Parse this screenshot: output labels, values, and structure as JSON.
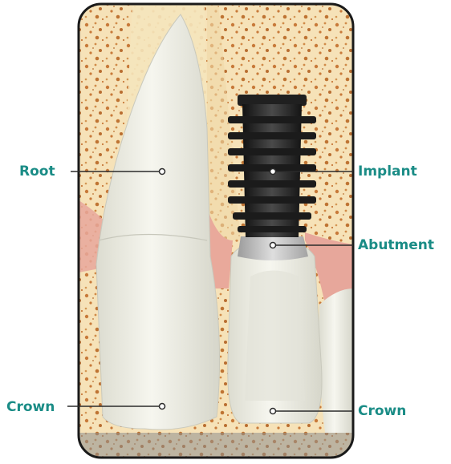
{
  "labels": {
    "root": "Root",
    "implant": "Implant",
    "abutment": "Abutment",
    "crown_left": "Crown",
    "crown_right": "Crown"
  },
  "colors": {
    "label_text": "#1a8c86",
    "bone_fill": "#f6e2b8",
    "bone_speckle": "#c87a3a",
    "gum": "#e7a79b",
    "tooth": "#ecece3",
    "implant_metal": "#2a2a2a",
    "abutment": "#b9b9b9",
    "frame": "#1a1a1a"
  }
}
